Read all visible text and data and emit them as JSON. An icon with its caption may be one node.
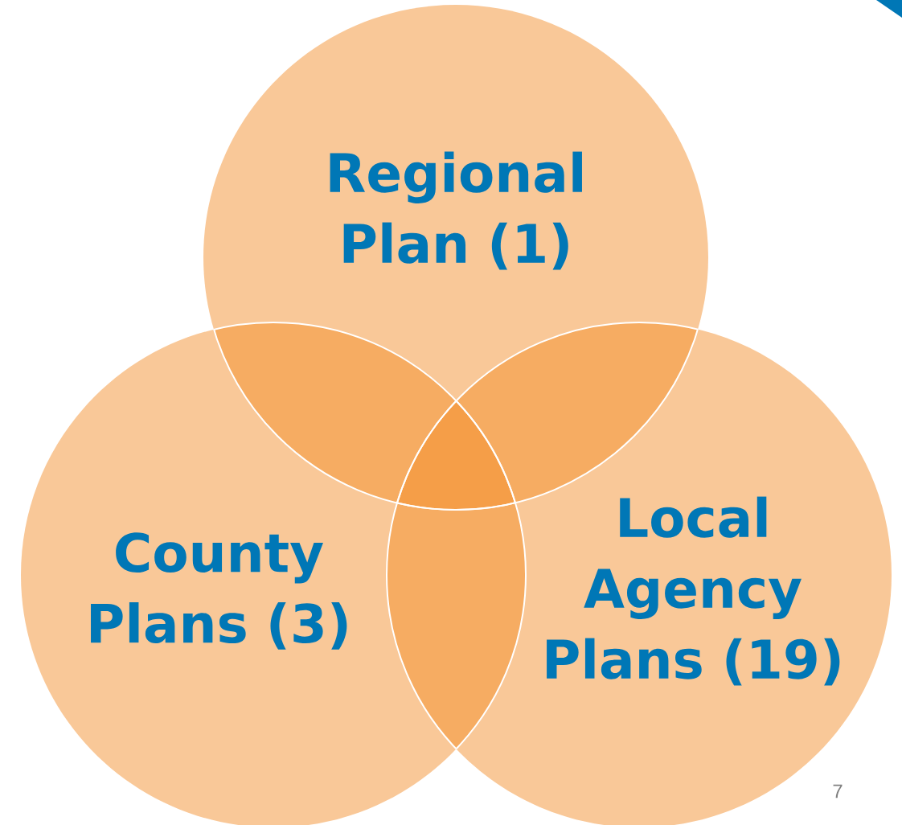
{
  "diagram": {
    "nodes": [
      {
        "text": [
          "Regional Plan (1)"
        ]
      },
      {
        "text": [
          "County Plans (3)"
        ]
      },
      {
        "text": [
          "Local Agency Plans (19)"
        ]
      }
    ],
    "labels": [
      "7"
    ]
  }
}
